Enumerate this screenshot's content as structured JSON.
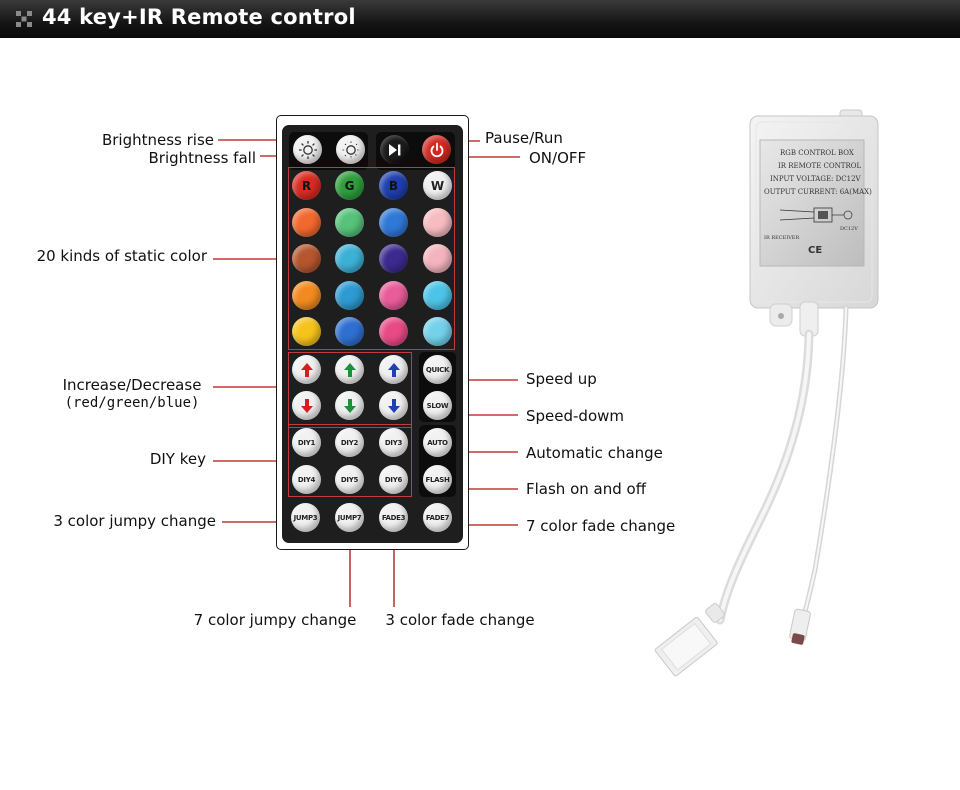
{
  "header": {
    "title": "44 key+IR Remote control"
  },
  "labels": {
    "brightness_rise": "Brightness rise",
    "brightness_fall": "Brightness fall",
    "pause_run": "Pause/Run",
    "on_off": "ON/OFF",
    "static_color": "20 kinds of static color",
    "increase_decrease": "Increase/Decrease",
    "increase_decrease_sub": "(red/green/blue)",
    "diy_key": "DIY key",
    "jumpy3": "3 color jumpy change",
    "jumpy7": "7 color jumpy change",
    "fade3": "3 color fade change",
    "speed_up": "Speed up",
    "speed_down": "Speed-dowm",
    "auto": "Automatic change",
    "flash": "Flash on and off",
    "fade7": "7 color fade change"
  },
  "remote": {
    "color_letters": {
      "r": "R",
      "g": "G",
      "b": "B",
      "w": "W"
    },
    "buttons": {
      "quick": "QUICK",
      "slow": "SLOW",
      "auto": "AUTO",
      "flash": "FLASH",
      "diy1": "DIY1",
      "diy2": "DIY2",
      "diy3": "DIY3",
      "diy4": "DIY4",
      "diy5": "DIY5",
      "diy6": "DIY6",
      "jump3": "JUMP3",
      "jump7": "JUMP7",
      "fade3": "FADE3",
      "fade7": "FADE7"
    },
    "static_colors": [
      [
        "#d92b22",
        "#2e9e3c",
        "#1f3fb0",
        "#f1f1f1"
      ],
      [
        "#f2682e",
        "#56c27a",
        "#2f78d8",
        "#f6bcc0"
      ],
      [
        "#b5562e",
        "#3cb1d6",
        "#3d2a8f",
        "#f4b3bd"
      ],
      [
        "#f28a1f",
        "#2d9ad1",
        "#e85c9a",
        "#4cc4e8"
      ],
      [
        "#f6c31c",
        "#2f6fd0",
        "#e84a86",
        "#74d1ea"
      ]
    ],
    "arrow_colors": {
      "red": "#d41f1f",
      "green": "#1e8f3a",
      "blue": "#1f3fb3"
    },
    "accent_red": "#c23a3a"
  },
  "controller": {
    "lines": [
      "RGB CONTROL BOX",
      "IR REMOTE CONTROL",
      "INPUT VOLTAGE: DC12V",
      "OUTPUT CURRENT: 6A(MAX)"
    ],
    "ir_receiver": "IR RECEIVER",
    "dc": "DC12V",
    "ce": "CE"
  }
}
